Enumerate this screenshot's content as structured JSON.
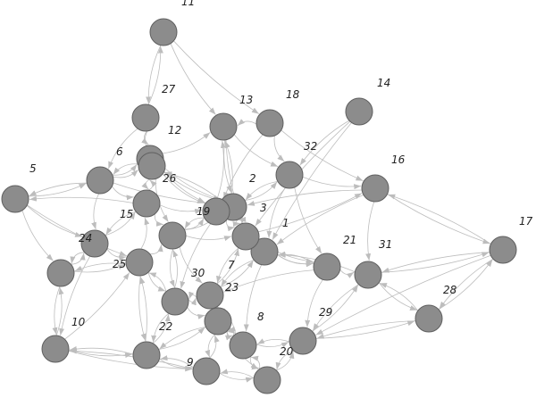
{
  "colors": {
    "node_fill": "#8c8c8c",
    "node_stroke": "#5f5f5f",
    "edge": "#bdbdbd",
    "label": "#222222",
    "background": "#ffffff"
  },
  "graph": {
    "directed": true,
    "nodes": [
      {
        "id": "1",
        "label": "1"
      },
      {
        "id": "2",
        "label": "2"
      },
      {
        "id": "3",
        "label": "3"
      },
      {
        "id": "4",
        "label": ""
      },
      {
        "id": "5",
        "label": "5"
      },
      {
        "id": "6",
        "label": "6"
      },
      {
        "id": "7",
        "label": "7"
      },
      {
        "id": "8",
        "label": "8"
      },
      {
        "id": "9",
        "label": "9"
      },
      {
        "id": "10",
        "label": "10"
      },
      {
        "id": "11",
        "label": "11"
      },
      {
        "id": "12",
        "label": "12"
      },
      {
        "id": "13",
        "label": "13"
      },
      {
        "id": "14",
        "label": "14"
      },
      {
        "id": "15",
        "label": "15"
      },
      {
        "id": "16",
        "label": "16"
      },
      {
        "id": "17",
        "label": "17"
      },
      {
        "id": "18",
        "label": "18"
      },
      {
        "id": "19",
        "label": "19"
      },
      {
        "id": "20",
        "label": "20"
      },
      {
        "id": "21",
        "label": "21"
      },
      {
        "id": "22",
        "label": "22"
      },
      {
        "id": "23",
        "label": "23"
      },
      {
        "id": "24",
        "label": "24"
      },
      {
        "id": "25",
        "label": "25"
      },
      {
        "id": "26",
        "label": "26"
      },
      {
        "id": "27",
        "label": "27"
      },
      {
        "id": "28",
        "label": "28"
      },
      {
        "id": "29",
        "label": "29"
      },
      {
        "id": "30",
        "label": "30"
      },
      {
        "id": "31",
        "label": "31"
      },
      {
        "id": "32",
        "label": "32"
      },
      {
        "id": "33",
        "label": ""
      },
      {
        "id": "34",
        "label": ""
      }
    ],
    "edges": [
      [
        "11",
        "27"
      ],
      [
        "11",
        "13"
      ],
      [
        "11",
        "18"
      ],
      [
        "27",
        "12"
      ],
      [
        "27",
        "6"
      ],
      [
        "27",
        "26"
      ],
      [
        "27",
        "11"
      ],
      [
        "12",
        "13"
      ],
      [
        "12",
        "26"
      ],
      [
        "12",
        "2"
      ],
      [
        "12",
        "6"
      ],
      [
        "12",
        "19"
      ],
      [
        "13",
        "2"
      ],
      [
        "13",
        "32"
      ],
      [
        "13",
        "3"
      ],
      [
        "18",
        "32"
      ],
      [
        "18",
        "16"
      ],
      [
        "18",
        "13"
      ],
      [
        "18",
        "19"
      ],
      [
        "14",
        "32"
      ],
      [
        "14",
        "1"
      ],
      [
        "14",
        "3"
      ],
      [
        "32",
        "2"
      ],
      [
        "32",
        "16"
      ],
      [
        "32",
        "1"
      ],
      [
        "32",
        "21"
      ],
      [
        "16",
        "17"
      ],
      [
        "16",
        "2"
      ],
      [
        "16",
        "1"
      ],
      [
        "16",
        "31"
      ],
      [
        "17",
        "31"
      ],
      [
        "17",
        "28"
      ],
      [
        "17",
        "29"
      ],
      [
        "17",
        "16"
      ],
      [
        "31",
        "17"
      ],
      [
        "31",
        "28"
      ],
      [
        "31",
        "1"
      ],
      [
        "31",
        "29"
      ],
      [
        "28",
        "29"
      ],
      [
        "28",
        "31"
      ],
      [
        "28",
        "17"
      ],
      [
        "21",
        "31"
      ],
      [
        "21",
        "1"
      ],
      [
        "21",
        "7"
      ],
      [
        "21",
        "33"
      ],
      [
        "5",
        "6"
      ],
      [
        "5",
        "24"
      ],
      [
        "5",
        "34"
      ],
      [
        "5",
        "25"
      ],
      [
        "6",
        "5"
      ],
      [
        "6",
        "15"
      ],
      [
        "6",
        "24"
      ],
      [
        "6",
        "26"
      ],
      [
        "6",
        "2"
      ],
      [
        "24",
        "34"
      ],
      [
        "24",
        "25"
      ],
      [
        "24",
        "10"
      ],
      [
        "24",
        "15"
      ],
      [
        "34",
        "10"
      ],
      [
        "34",
        "25"
      ],
      [
        "34",
        "24"
      ],
      [
        "10",
        "22"
      ],
      [
        "10",
        "9"
      ],
      [
        "10",
        "34"
      ],
      [
        "10",
        "25"
      ],
      [
        "25",
        "4"
      ],
      [
        "25",
        "22"
      ],
      [
        "25",
        "30"
      ],
      [
        "25",
        "15"
      ],
      [
        "15",
        "4"
      ],
      [
        "15",
        "19"
      ],
      [
        "15",
        "24"
      ],
      [
        "15",
        "26"
      ],
      [
        "26",
        "2"
      ],
      [
        "26",
        "19"
      ],
      [
        "26",
        "4"
      ],
      [
        "26",
        "15"
      ],
      [
        "19",
        "2"
      ],
      [
        "19",
        "3"
      ],
      [
        "19",
        "4"
      ],
      [
        "19",
        "30"
      ],
      [
        "4",
        "3"
      ],
      [
        "4",
        "30"
      ],
      [
        "4",
        "7"
      ],
      [
        "4",
        "19"
      ],
      [
        "2",
        "3"
      ],
      [
        "2",
        "1"
      ],
      [
        "2",
        "26"
      ],
      [
        "2",
        "32"
      ],
      [
        "3",
        "1"
      ],
      [
        "3",
        "33"
      ],
      [
        "3",
        "7"
      ],
      [
        "3",
        "2"
      ],
      [
        "1",
        "33"
      ],
      [
        "1",
        "21"
      ],
      [
        "1",
        "8"
      ],
      [
        "1",
        "7"
      ],
      [
        "33",
        "21"
      ],
      [
        "33",
        "1"
      ],
      [
        "33",
        "29"
      ],
      [
        "7",
        "30"
      ],
      [
        "7",
        "8"
      ],
      [
        "7",
        "23"
      ],
      [
        "7",
        "1"
      ],
      [
        "30",
        "22"
      ],
      [
        "30",
        "23"
      ],
      [
        "30",
        "25"
      ],
      [
        "30",
        "7"
      ],
      [
        "22",
        "9"
      ],
      [
        "22",
        "23"
      ],
      [
        "22",
        "30"
      ],
      [
        "22",
        "10"
      ],
      [
        "23",
        "9"
      ],
      [
        "23",
        "20"
      ],
      [
        "23",
        "8"
      ],
      [
        "23",
        "22"
      ],
      [
        "9",
        "22"
      ],
      [
        "9",
        "20"
      ],
      [
        "9",
        "23"
      ],
      [
        "9",
        "10"
      ],
      [
        "8",
        "20"
      ],
      [
        "8",
        "29"
      ],
      [
        "8",
        "23"
      ],
      [
        "8",
        "7"
      ],
      [
        "20",
        "29"
      ],
      [
        "20",
        "9"
      ],
      [
        "20",
        "8"
      ],
      [
        "29",
        "28"
      ],
      [
        "29",
        "8"
      ],
      [
        "29",
        "20"
      ],
      [
        "29",
        "31"
      ],
      [
        "6",
        "12"
      ],
      [
        "26",
        "12"
      ],
      [
        "2",
        "13"
      ],
      [
        "3",
        "16"
      ],
      [
        "19",
        "13"
      ],
      [
        "4",
        "2"
      ],
      [
        "25",
        "34"
      ],
      [
        "15",
        "5"
      ],
      [
        "30",
        "4"
      ],
      [
        "7",
        "3"
      ],
      [
        "22",
        "25"
      ],
      [
        "23",
        "7"
      ]
    ]
  }
}
